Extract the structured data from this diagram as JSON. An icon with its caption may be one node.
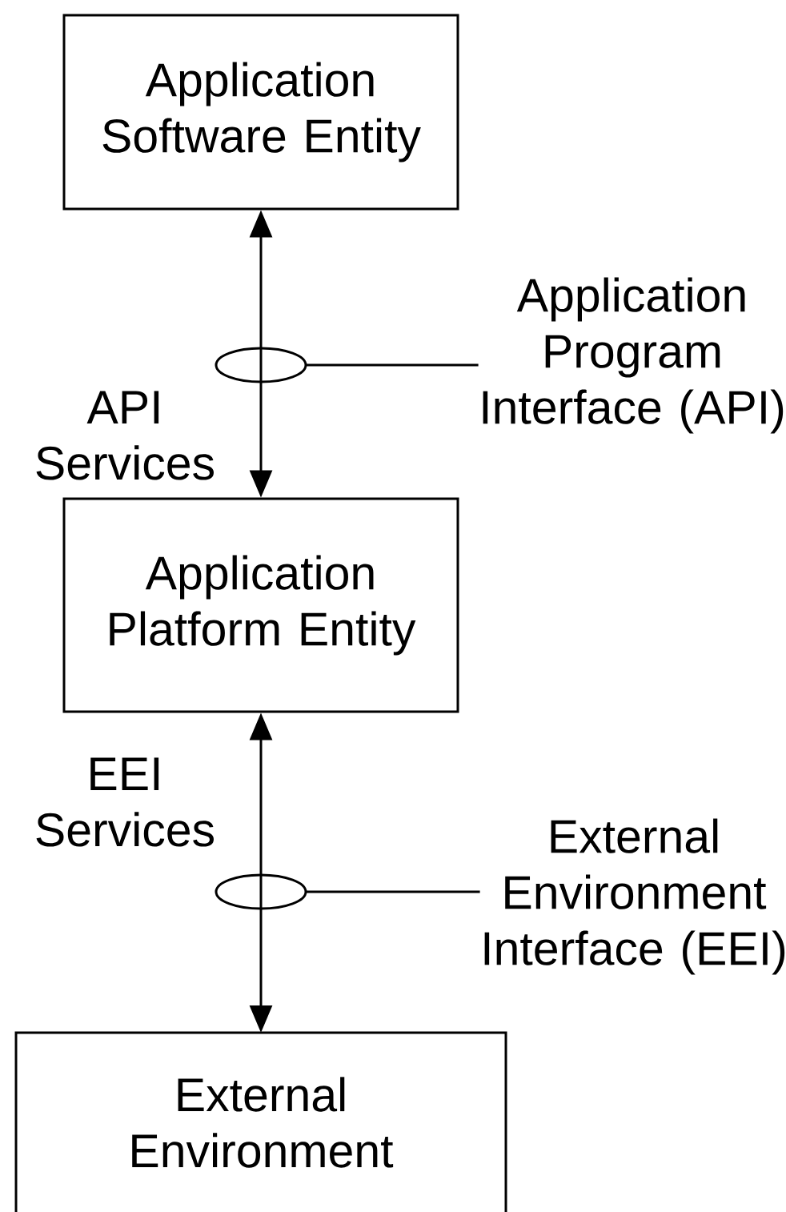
{
  "diagram": {
    "nodes": [
      {
        "text": [
          "Application Software Entity"
        ]
      },
      {
        "text": [
          "Application Platform Entity"
        ]
      },
      {
        "text": [
          "External Environment"
        ]
      },
      {
        "text": [
          "Application Program Interface (API)"
        ]
      },
      {
        "text": [
          "External Environment Interface (EEI)"
        ]
      }
    ],
    "edges": [
      {
        "from": 0,
        "to": 1,
        "arrow": "both",
        "label": "API Services"
      },
      {
        "from": 1,
        "to": 2,
        "arrow": "both",
        "label": "EEI Services"
      },
      {
        "from": 3,
        "to": null,
        "arrow": "other"
      },
      {
        "from": 4,
        "to": null,
        "arrow": "other"
      }
    ]
  }
}
